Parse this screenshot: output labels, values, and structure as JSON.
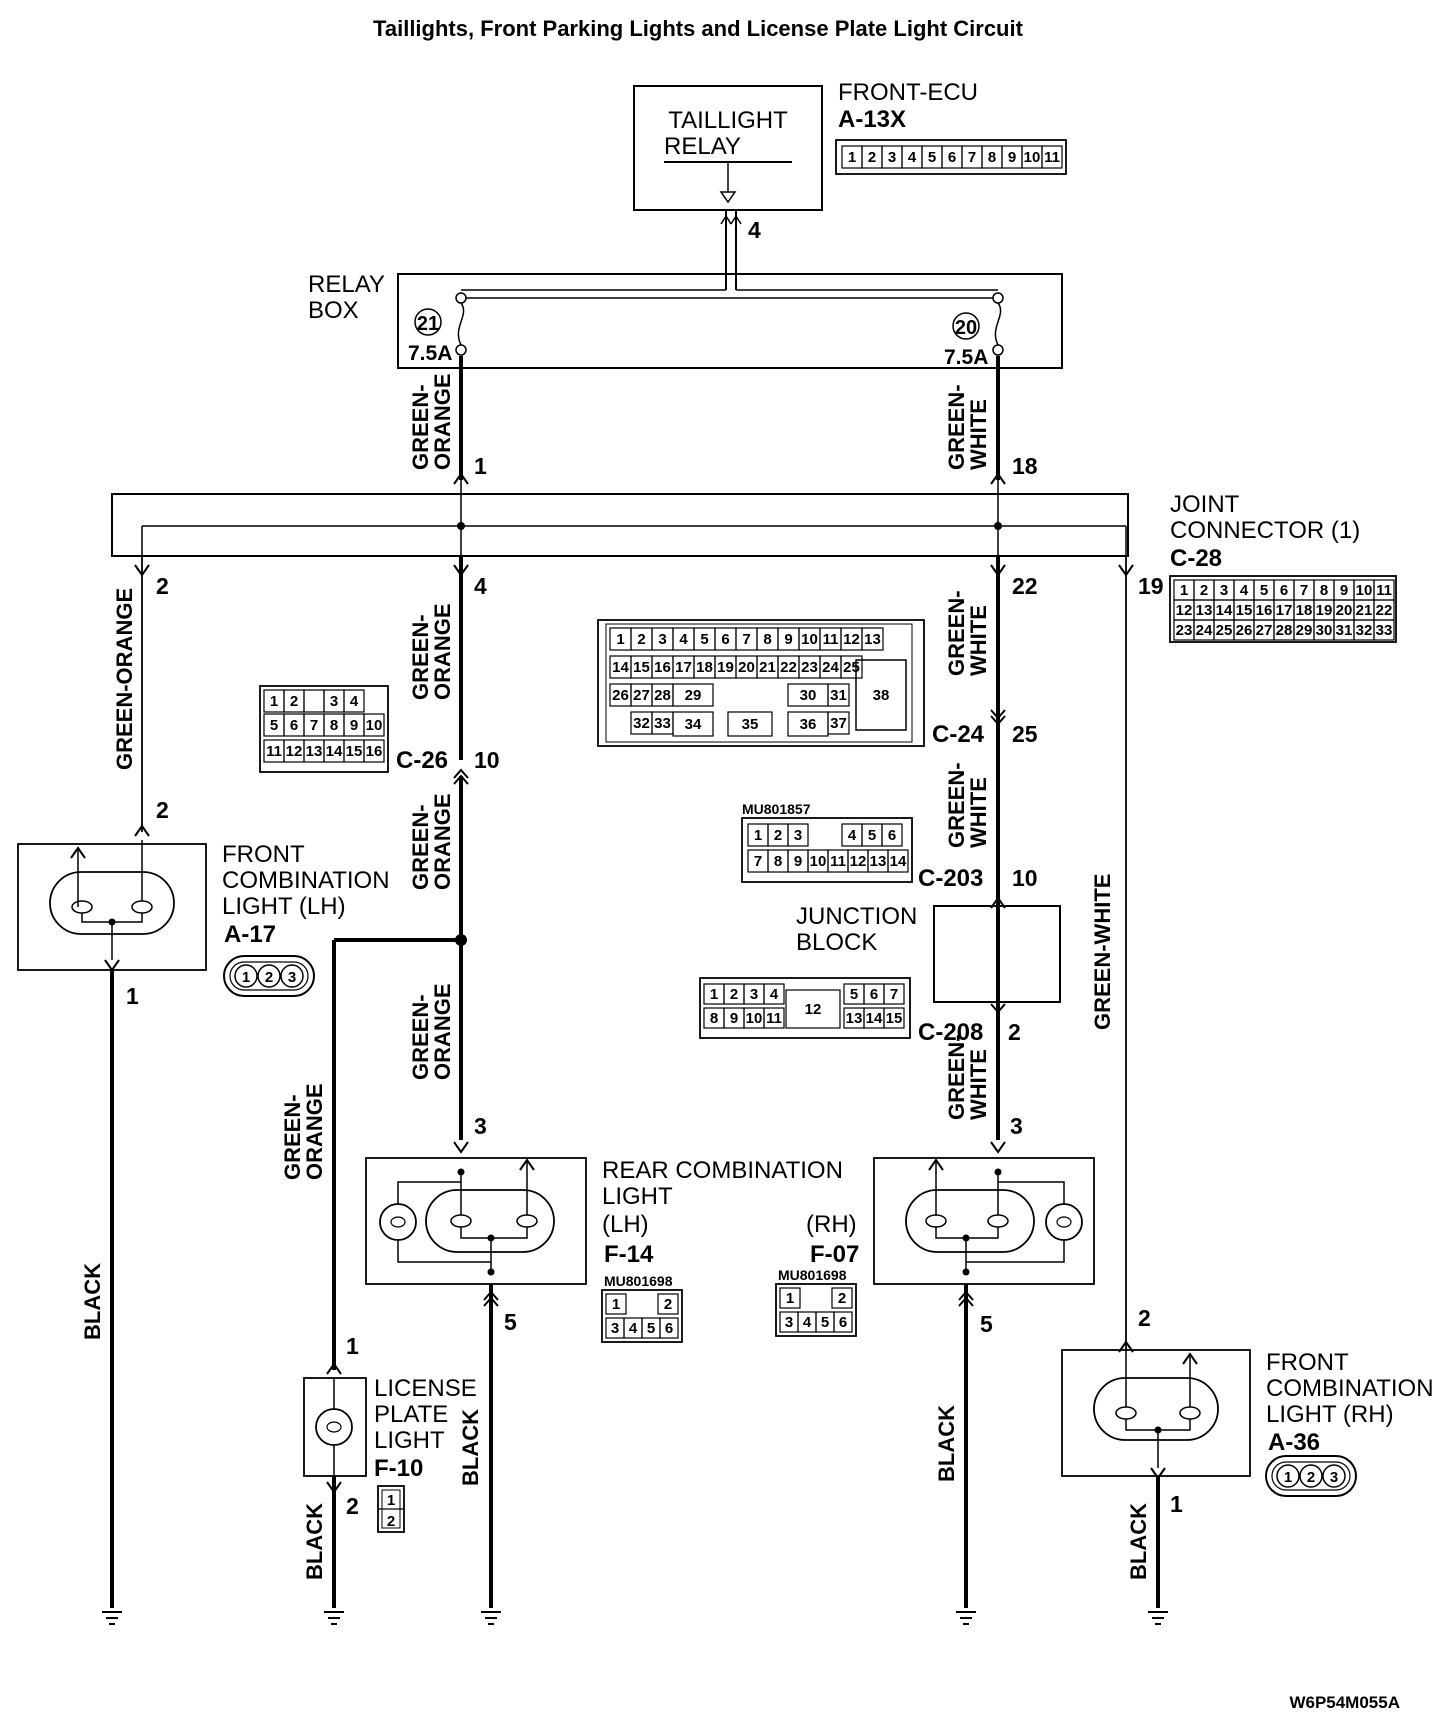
{
  "title": "Taillights, Front Parking Lights and License Plate Light Circuit",
  "footer_code": "W6P54M055A",
  "front_ecu": {
    "name": "FRONT-ECU",
    "code": "A-13X",
    "relay_line1": "TAILLIGHT",
    "relay_line2": "RELAY",
    "pins": [
      "1",
      "2",
      "3",
      "4",
      "5",
      "6",
      "7",
      "8",
      "9",
      "10",
      "11"
    ]
  },
  "relay_box": {
    "line1": "RELAY",
    "line2": "BOX",
    "fuse_left_no": "21",
    "fuse_left_rating": "7.5A",
    "fuse_right_no": "20",
    "fuse_right_rating": "7.5A"
  },
  "joint_connector": {
    "line1": "JOINT",
    "line2": "CONNECTOR (1)",
    "code": "C-28",
    "rows": [
      [
        "1",
        "2",
        "3",
        "4",
        "5",
        "6",
        "7",
        "8",
        "9",
        "10",
        "11"
      ],
      [
        "12",
        "13",
        "14",
        "15",
        "16",
        "17",
        "18",
        "19",
        "20",
        "21",
        "22"
      ],
      [
        "23",
        "24",
        "25",
        "26",
        "27",
        "28",
        "29",
        "30",
        "31",
        "32",
        "33"
      ]
    ]
  },
  "pins": {
    "ecu_out": "4",
    "left_feed": "1",
    "right_feed": "18",
    "jc_out_a": "2",
    "jc_out_b": "4",
    "jc_out_c": "22",
    "jc_out_d": "19",
    "c26": "10",
    "c24": "25",
    "c203": "10",
    "c208": "2",
    "fcl_lh_in": "2",
    "fcl_lh_gnd": "1",
    "rcl_lh_in": "3",
    "rcl_lh_gnd": "5",
    "rcl_rh_in": "3",
    "rcl_rh_gnd": "5",
    "lic_in": "1",
    "lic_gnd": "2",
    "fcl_rh_in": "2",
    "fcl_rh_gnd": "1"
  },
  "wires": {
    "green_orange_hyphen": "GREEN-",
    "orange": "ORANGE",
    "green_white_hyphen": "GREEN-",
    "white": "WHITE",
    "green_orange": "GREEN-ORANGE",
    "green_white": "GREEN-WHITE",
    "black": "BLACK"
  },
  "connectors": {
    "c26": {
      "code": "C-26",
      "rows": [
        [
          "1",
          "2",
          "",
          "3",
          "4"
        ],
        [
          "5",
          "6",
          "7",
          "8",
          "9",
          "10"
        ],
        [
          "11",
          "12",
          "13",
          "14",
          "15",
          "16"
        ]
      ]
    },
    "c24": {
      "code": "C-24",
      "row1": [
        "1",
        "2",
        "3",
        "4",
        "5",
        "6",
        "7",
        "8",
        "9",
        "10",
        "11",
        "12",
        "13"
      ],
      "row2": [
        "14",
        "15",
        "16",
        "17",
        "18",
        "19",
        "20",
        "21",
        "22",
        "23",
        "24",
        "25"
      ],
      "row3": [
        "26",
        "27",
        "28",
        "29",
        "30",
        "31"
      ],
      "row4": [
        "32",
        "33",
        "34",
        "35",
        "36",
        "37"
      ],
      "big": "38"
    },
    "c203": {
      "code": "C-203",
      "part": "MU801857",
      "row1": [
        "1",
        "2",
        "3",
        "4",
        "5",
        "6"
      ],
      "row2": [
        "7",
        "8",
        "9",
        "10",
        "11",
        "12",
        "13",
        "14"
      ]
    },
    "c208": {
      "code": "C-208",
      "row1": [
        "1",
        "2",
        "3",
        "4",
        "5",
        "6",
        "7"
      ],
      "row2": [
        "8",
        "9",
        "10",
        "11",
        "13",
        "14",
        "15"
      ],
      "big": "12"
    },
    "f14": {
      "part": "MU801698",
      "row1": [
        "1",
        "2"
      ],
      "row2": [
        "3",
        "4",
        "5",
        "6"
      ]
    },
    "f07": {
      "part": "MU801698",
      "row1": [
        "1",
        "2"
      ],
      "row2": [
        "3",
        "4",
        "5",
        "6"
      ]
    },
    "f10": {
      "pins": [
        "1",
        "2"
      ]
    },
    "a17": {
      "pins": [
        "1",
        "2",
        "3"
      ]
    },
    "a36": {
      "pins": [
        "1",
        "2",
        "3"
      ]
    }
  },
  "components": {
    "fcl_lh": {
      "line1": "FRONT",
      "line2": "COMBINATION",
      "line3": "LIGHT (LH)",
      "code": "A-17"
    },
    "fcl_rh": {
      "line1": "FRONT",
      "line2": "COMBINATION",
      "line3": "LIGHT (RH)",
      "code": "A-36"
    },
    "rcl": {
      "line1": "REAR COMBINATION",
      "line2": "LIGHT",
      "lh": "(LH)",
      "rh": "(RH)",
      "lh_code": "F-14",
      "rh_code": "F-07"
    },
    "license": {
      "line1": "LICENSE",
      "line2": "PLATE",
      "line3": "LIGHT",
      "code": "F-10"
    },
    "junction": {
      "line1": "JUNCTION",
      "line2": "BLOCK"
    }
  }
}
